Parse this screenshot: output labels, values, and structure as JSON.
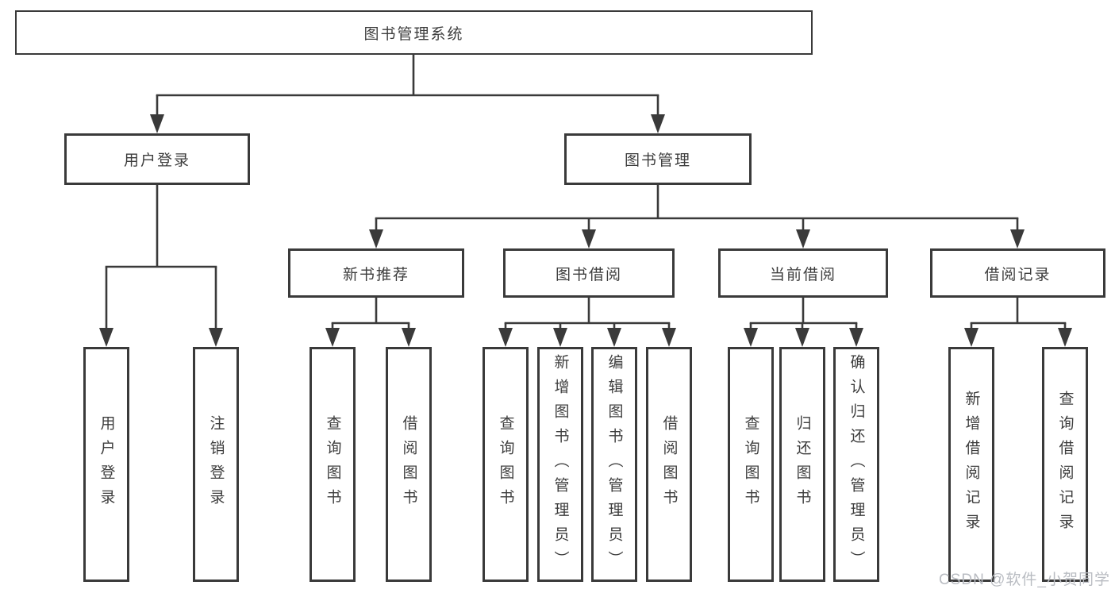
{
  "tree": {
    "label": "图书管理系统",
    "children": [
      {
        "label": "用户登录",
        "children": [
          {
            "label": "用户登录"
          },
          {
            "label": "注销登录"
          }
        ]
      },
      {
        "label": "图书管理",
        "children": [
          {
            "label": "新书推荐",
            "children": [
              {
                "label": "查询图书"
              },
              {
                "label": "借阅图书"
              }
            ]
          },
          {
            "label": "图书借阅",
            "children": [
              {
                "label": "查询图书"
              },
              {
                "label": "新增图书（管理员）"
              },
              {
                "label": "编辑图书（管理员）"
              },
              {
                "label": "借阅图书"
              }
            ]
          },
          {
            "label": "当前借阅",
            "children": [
              {
                "label": "查询图书"
              },
              {
                "label": "归还图书"
              },
              {
                "label": "确认归还（管理员）"
              }
            ]
          },
          {
            "label": "借阅记录",
            "children": [
              {
                "label": "新增借阅记录"
              },
              {
                "label": "查询借阅记录"
              }
            ]
          }
        ]
      }
    ]
  },
  "watermark": {
    "text": "CSDN @软件_小贺同学"
  },
  "colors": {
    "line": "#3a3a3a",
    "text": "#3d3d3d",
    "background": "#ffffff",
    "watermark": "#b9bcc2"
  }
}
